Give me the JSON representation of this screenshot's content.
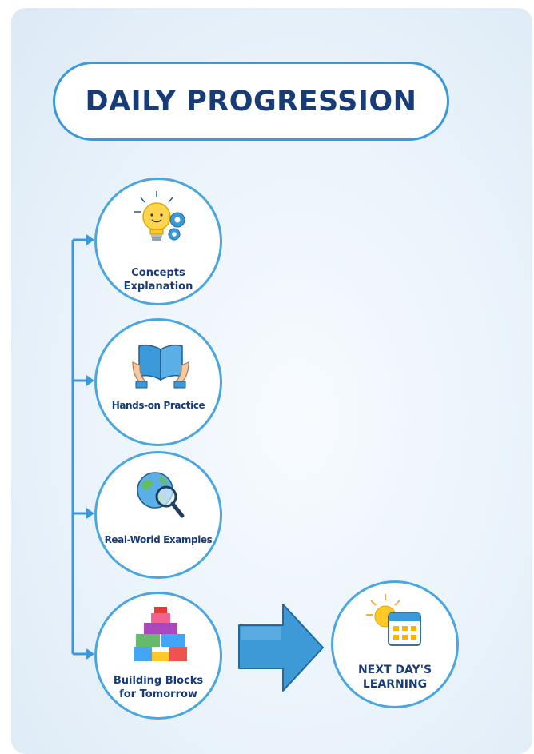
{
  "title": "DAILY PROGRESSION",
  "steps": [
    {
      "label_line1": "Concepts",
      "label_line2": "Explanation",
      "icon": "lightbulb-gears-icon"
    },
    {
      "label_line1": "Hands-on Practice",
      "label_line2": "",
      "icon": "open-book-icon"
    },
    {
      "label_line1": "Real-World Examples",
      "label_line2": "",
      "icon": "globe-magnifier-icon"
    },
    {
      "label_line1": "Building Blocks",
      "label_line2": "for Tomorrow",
      "icon": "building-blocks-icon"
    }
  ],
  "target": {
    "label_line1": "NEXT DAY'S",
    "label_line2": "LEARNING",
    "icon": "sun-calendar-icon"
  },
  "colors": {
    "title_text": "#173c78",
    "accent_blue": "#3a9ad9",
    "arrow_fill": "#3d9ad6",
    "label_text": "#173c78"
  }
}
